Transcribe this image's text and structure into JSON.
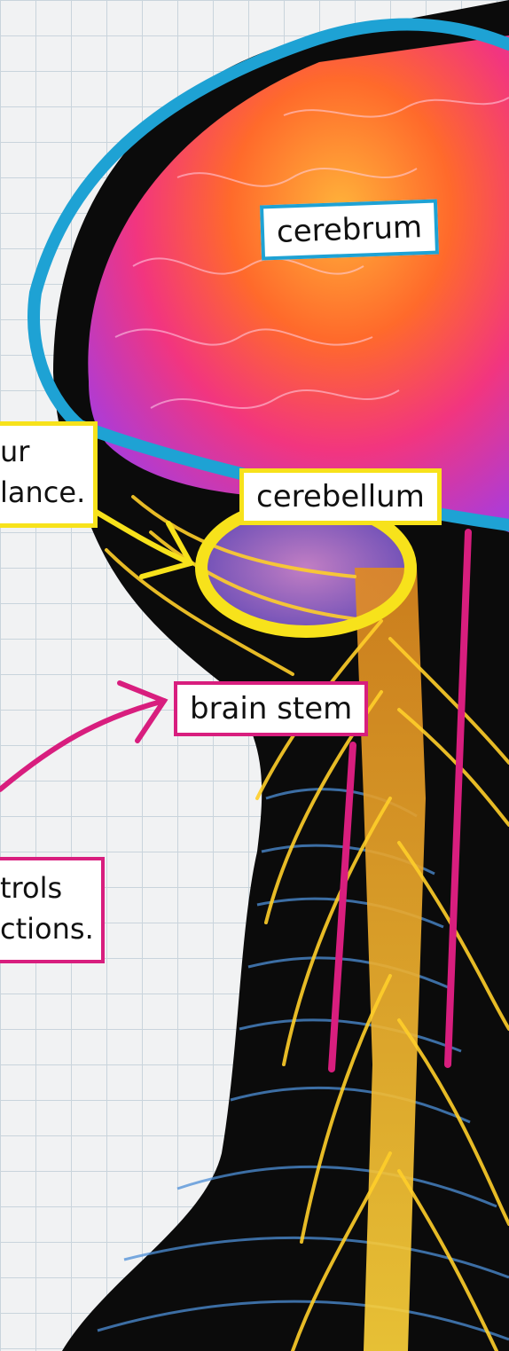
{
  "labels": {
    "cerebrum": "cerebrum",
    "cerebellum": "cerebellum",
    "brain_stem": "brain stem",
    "cerebellum_note_line1": "ur",
    "cerebellum_note_line2": "lance.",
    "brain_stem_note_line1": "trols",
    "brain_stem_note_line2": "ctions."
  },
  "colors": {
    "cerebrum_outline": "#1ea2d4",
    "cerebellum_outline": "#f7e21b",
    "brain_stem_outline": "#d81e7e",
    "nerve": "#ffcf2a",
    "silhouette": "#0b0b0b",
    "grid": "#c9d4dc"
  }
}
